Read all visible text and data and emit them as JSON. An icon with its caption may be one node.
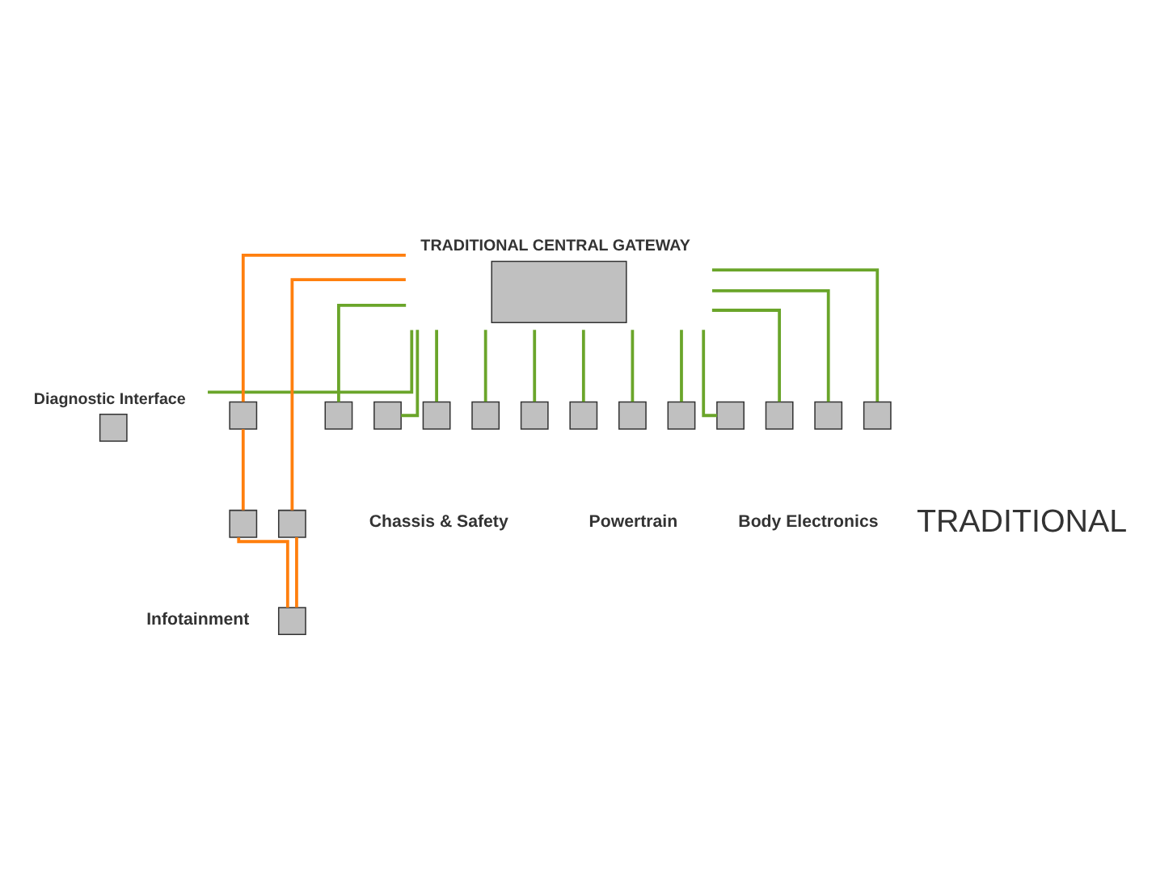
{
  "diagram": {
    "nodes": [
      {
        "text": [
          "TRADITIONAL CENTRAL GATEWAY"
        ]
      },
      {
        "text": [
          "Diagnostic Interface"
        ]
      },
      {
        "text": [],
        "shape": "box"
      },
      {
        "text": [],
        "shape": "box"
      },
      {
        "text": [],
        "shape": "box"
      },
      {
        "text": [],
        "shape": "box"
      },
      {
        "text": [],
        "shape": "box"
      },
      {
        "text": [],
        "shape": "box"
      },
      {
        "text": [],
        "shape": "box"
      },
      {
        "text": [],
        "shape": "box"
      },
      {
        "text": [],
        "shape": "box"
      },
      {
        "text": [],
        "shape": "box"
      },
      {
        "text": [],
        "shape": "box"
      },
      {
        "text": [],
        "shape": "box"
      },
      {
        "text": [],
        "shape": "box"
      },
      {
        "text": [],
        "shape": "box"
      },
      {
        "text": [],
        "shape": "box"
      },
      {
        "text": [],
        "shape": "box"
      }
    ],
    "edges": [
      {
        "from": 0,
        "to": 1,
        "arrow": "none"
      },
      {
        "from": 0,
        "to": 2,
        "arrow": "none",
        "color": "#ff7f0e"
      },
      {
        "from": 0,
        "to": 3,
        "arrow": "none",
        "color": "#ff7f0e"
      },
      {
        "from": 2,
        "to": 4,
        "arrow": "none",
        "color": "#ff7f0e"
      },
      {
        "from": 3,
        "to": 5,
        "arrow": "none",
        "color": "#ff7f0e"
      },
      {
        "from": 4,
        "to": 5,
        "arrow": "none",
        "color": "#ff7f0e"
      },
      {
        "from": 0,
        "to": 6,
        "arrow": "none"
      },
      {
        "from": 0,
        "to": 7,
        "arrow": "none"
      },
      {
        "from": 0,
        "to": 8,
        "arrow": "none"
      },
      {
        "from": 0,
        "to": 9,
        "arrow": "none"
      },
      {
        "from": 0,
        "to": 10,
        "arrow": "none"
      },
      {
        "from": 0,
        "to": 11,
        "arrow": "none"
      },
      {
        "from": 0,
        "to": 12,
        "arrow": "none"
      },
      {
        "from": 0,
        "to": 13,
        "arrow": "none"
      },
      {
        "from": 0,
        "to": 14,
        "arrow": "none"
      },
      {
        "from": 0,
        "to": 15,
        "arrow": "none"
      },
      {
        "from": 0,
        "to": 16,
        "arrow": "none"
      },
      {
        "from": 0,
        "to": 17,
        "arrow": "none"
      }
    ],
    "labels": [
      "Infotainment",
      "Chassis & Safety",
      "Powertrain",
      "Body Electronics",
      "TRADITIONAL"
    ]
  }
}
